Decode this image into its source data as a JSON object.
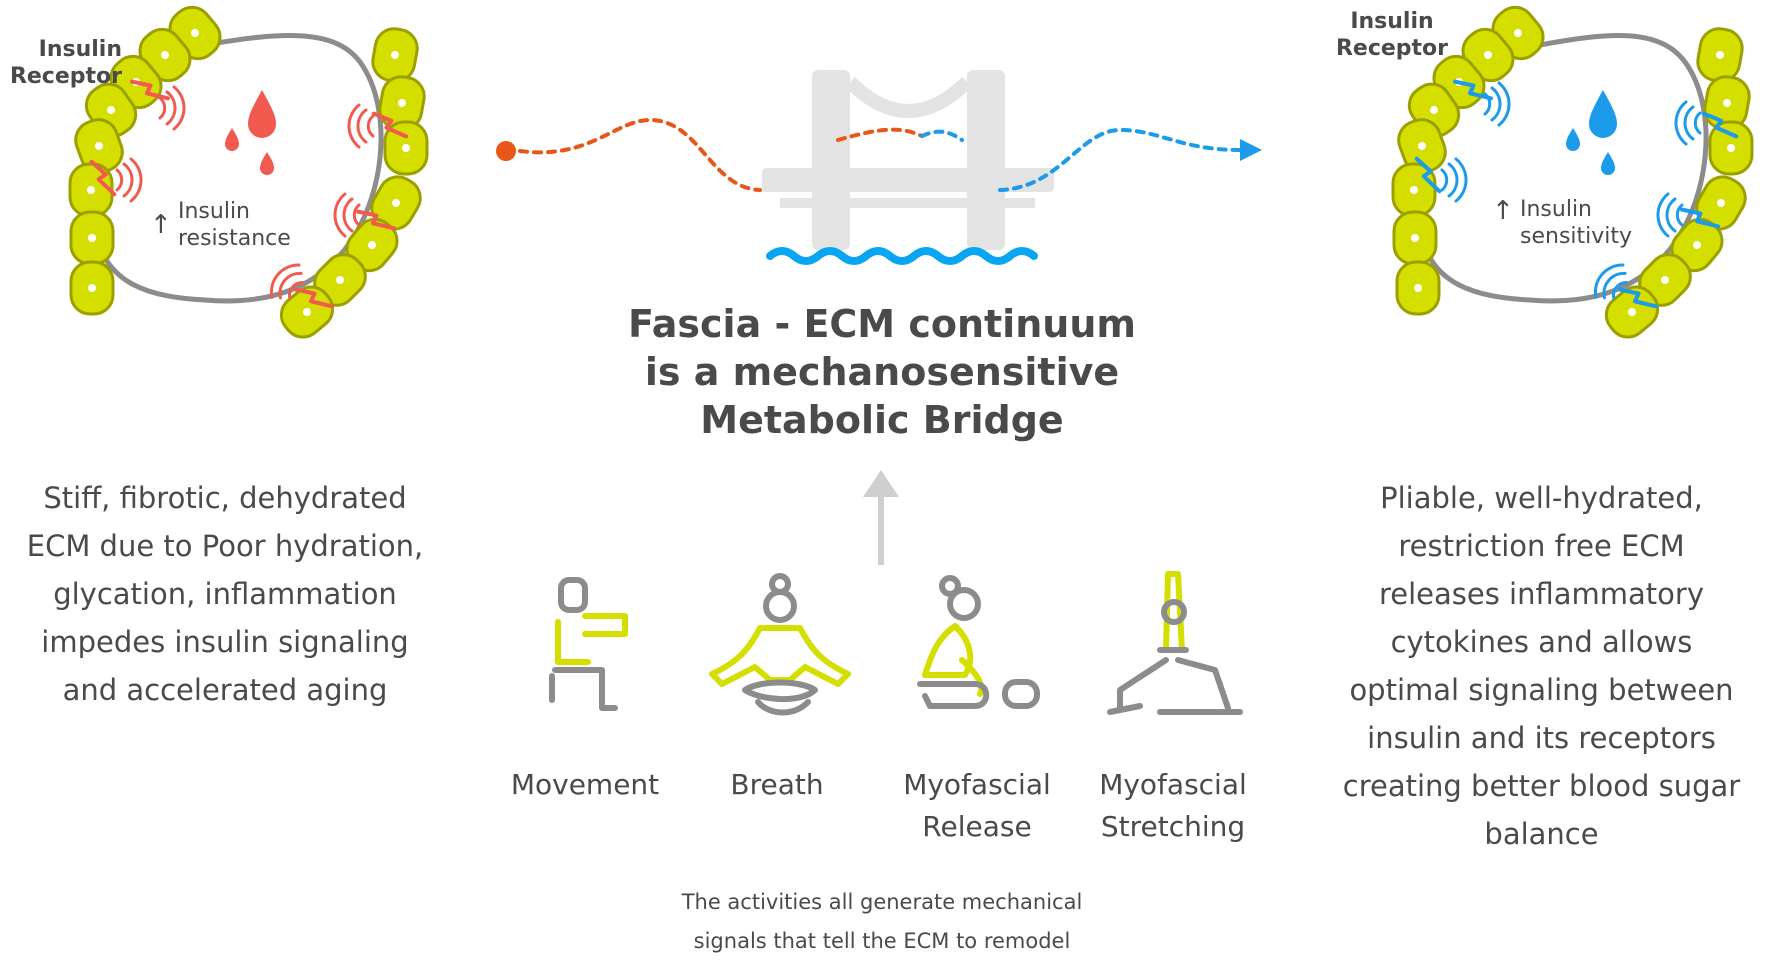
{
  "colors": {
    "warning": "#f15a4e",
    "healthy": "#1b9bea",
    "cell": "#d4df00",
    "cell_outline": "#9ba000",
    "membrane": "#8c8c8c",
    "bridge": "#e3e3e3",
    "water": "#0aa5f0",
    "path_start": "#e85618",
    "text": "#4a4a4a"
  },
  "left_panel": {
    "receptor_label": "Insulin\nReceptor",
    "state_label": "Insulin\nresistance",
    "state_arrow": "↑",
    "description": "Stiff, fibrotic, dehydrated\nECM due to Poor hydration,\nglycation, inflammation\nimpedes insulin signaling\nand accelerated aging"
  },
  "right_panel": {
    "receptor_label": "Insulin\nReceptor",
    "state_label": "Insulin\nsensitivity",
    "state_arrow": "↑",
    "description": "Pliable, well-hydrated,\nrestriction free ECM\nreleases inflammatory\ncytokines and allows\noptimal signaling between\ninsulin and its receptors\ncreating better blood sugar\nbalance"
  },
  "center": {
    "title": "Fascia - ECM continuum\nis a mechanosensitive\nMetabolic Bridge",
    "activities": [
      {
        "label": "Movement",
        "icon": "squat-icon"
      },
      {
        "label": "Breath",
        "icon": "meditation-icon"
      },
      {
        "label": "Myofascial\nRelease",
        "icon": "foam-roller-icon"
      },
      {
        "label": "Myofascial\nStretching",
        "icon": "lunge-stretch-icon"
      }
    ],
    "footnote": "The activities all generate mechanical\nsignals that tell the ECM to remodel"
  }
}
